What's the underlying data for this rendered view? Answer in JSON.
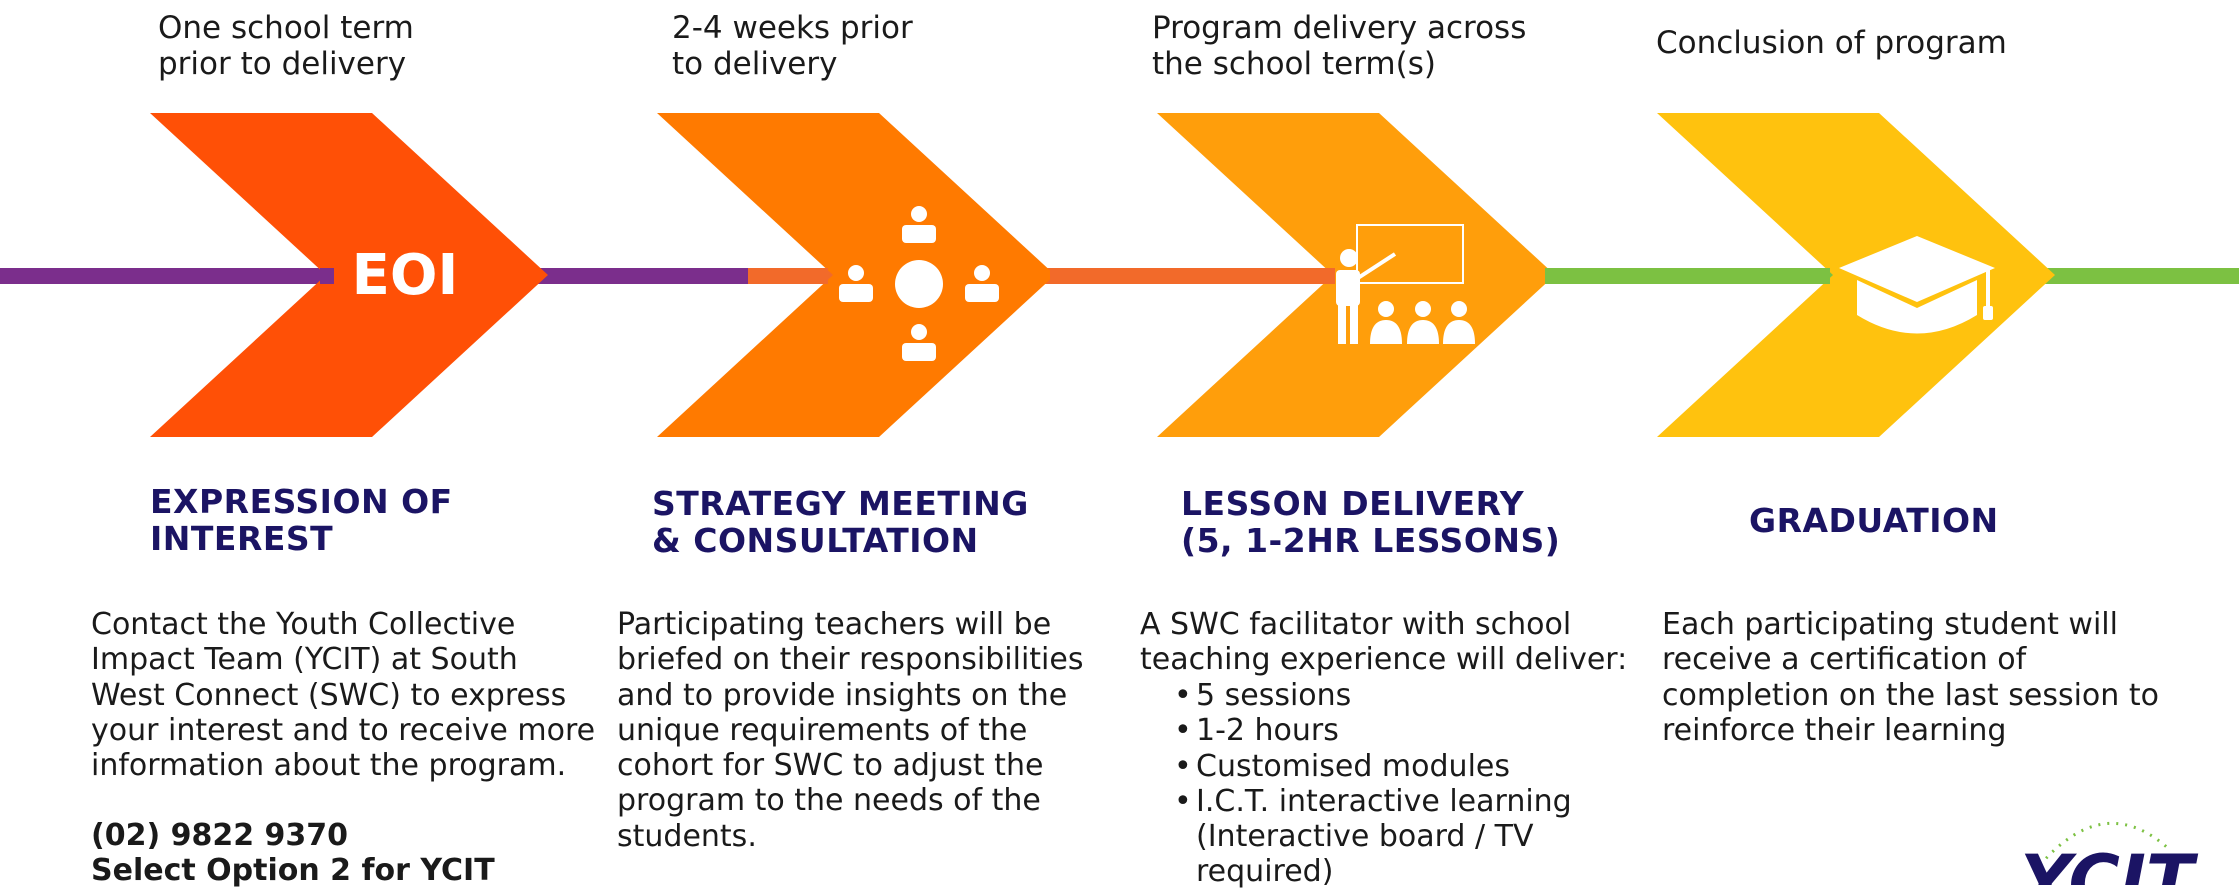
{
  "colors": {
    "stage1": "#ff5006",
    "stage2": "#ff7a00",
    "stage3": "#ff9e0b",
    "stage4": "#ffc20e",
    "line_purple": "#7b2e8c",
    "line_orange": "#f26a2a",
    "line_green": "#7cc142",
    "heading": "#1b1464"
  },
  "stages": [
    {
      "timing": "One school term\nprior to delivery",
      "icon": "eoi-text",
      "icon_text": "EOI",
      "heading": "EXPRESSION OF\nINTEREST",
      "description": "Contact the Youth Collective\nImpact Team (YCIT) at South\nWest Connect (SWC) to express\nyour interest and to receive more\ninformation about the program."
    },
    {
      "timing": "2-4 weeks prior\nto delivery",
      "icon": "meeting-icon",
      "heading": "STRATEGY MEETING\n& CONSULTATION",
      "description": "Participating teachers will be\nbriefed on their responsibilities\nand to provide insights on the\nunique requirements of the\ncohort for SWC to adjust the\nprogram to the needs of the\nstudents."
    },
    {
      "timing": "Program delivery across\nthe school term(s)",
      "icon": "classroom-icon",
      "heading": "LESSON DELIVERY\n(5, 1-2HR LESSONS)",
      "description": "A SWC facilitator with school\nteaching experience will deliver:",
      "bullets": [
        "5 sessions",
        "1-2 hours",
        "Customised modules",
        "I.C.T. interactive learning\n(Interactive board / TV\nrequired)"
      ]
    },
    {
      "timing": "Conclusion of program",
      "icon": "graduation-cap-icon",
      "heading": "GRADUATION",
      "description": "Each participating student will\nreceive a certification of\ncompletion on the last session to\nreinforce their learning"
    }
  ],
  "contact": {
    "phone": "(02) 9822 9370",
    "option": "Select Option 2 for YCIT"
  },
  "logo": {
    "text": "YCIT"
  }
}
